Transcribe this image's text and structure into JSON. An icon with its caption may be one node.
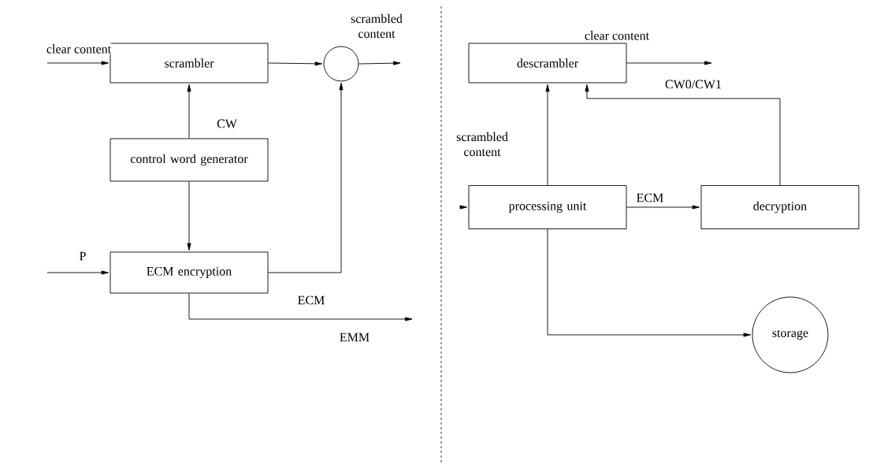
{
  "diagram": {
    "nodes": [
      {
        "text": [
          "scrambler"
        ]
      },
      {
        "text": [],
        "shape": "circle"
      },
      {
        "text": [
          "control word generator"
        ]
      },
      {
        "text": [
          "ECM encryption"
        ]
      },
      {
        "text": [
          "descrambler"
        ]
      },
      {
        "text": [
          "processing unit"
        ]
      },
      {
        "text": [
          "decryption"
        ]
      },
      {
        "text": [
          "storage"
        ]
      }
    ],
    "edges": [
      {
        "from": null,
        "to": 0,
        "arrow": "to",
        "label": "clear content"
      },
      {
        "from": 0,
        "to": 1,
        "arrow": "to"
      },
      {
        "from": 1,
        "to": null,
        "arrow": "to",
        "label": "scrambled content"
      },
      {
        "from": 2,
        "to": 0,
        "arrow": "to",
        "label": "CW"
      },
      {
        "from": 2,
        "to": 3,
        "arrow": "to"
      },
      {
        "from": null,
        "to": 3,
        "arrow": "to",
        "label": "P"
      },
      {
        "from": 3,
        "to": 1,
        "arrow": "to",
        "label": "ECM"
      },
      {
        "from": 3,
        "to": null,
        "arrow": "to",
        "label": "EMM"
      },
      {
        "from": null,
        "to": 5,
        "arrow": "to"
      },
      {
        "from": 5,
        "to": 4,
        "arrow": "to",
        "label": "scrambled content"
      },
      {
        "from": 4,
        "to": null,
        "arrow": "to",
        "label": "clear content"
      },
      {
        "from": 5,
        "to": 6,
        "arrow": "to",
        "label": "ECM"
      },
      {
        "from": 6,
        "to": 4,
        "arrow": "to",
        "label": "CW0/CW1"
      },
      {
        "from": 5,
        "to": 7,
        "arrow": "to"
      }
    ]
  }
}
